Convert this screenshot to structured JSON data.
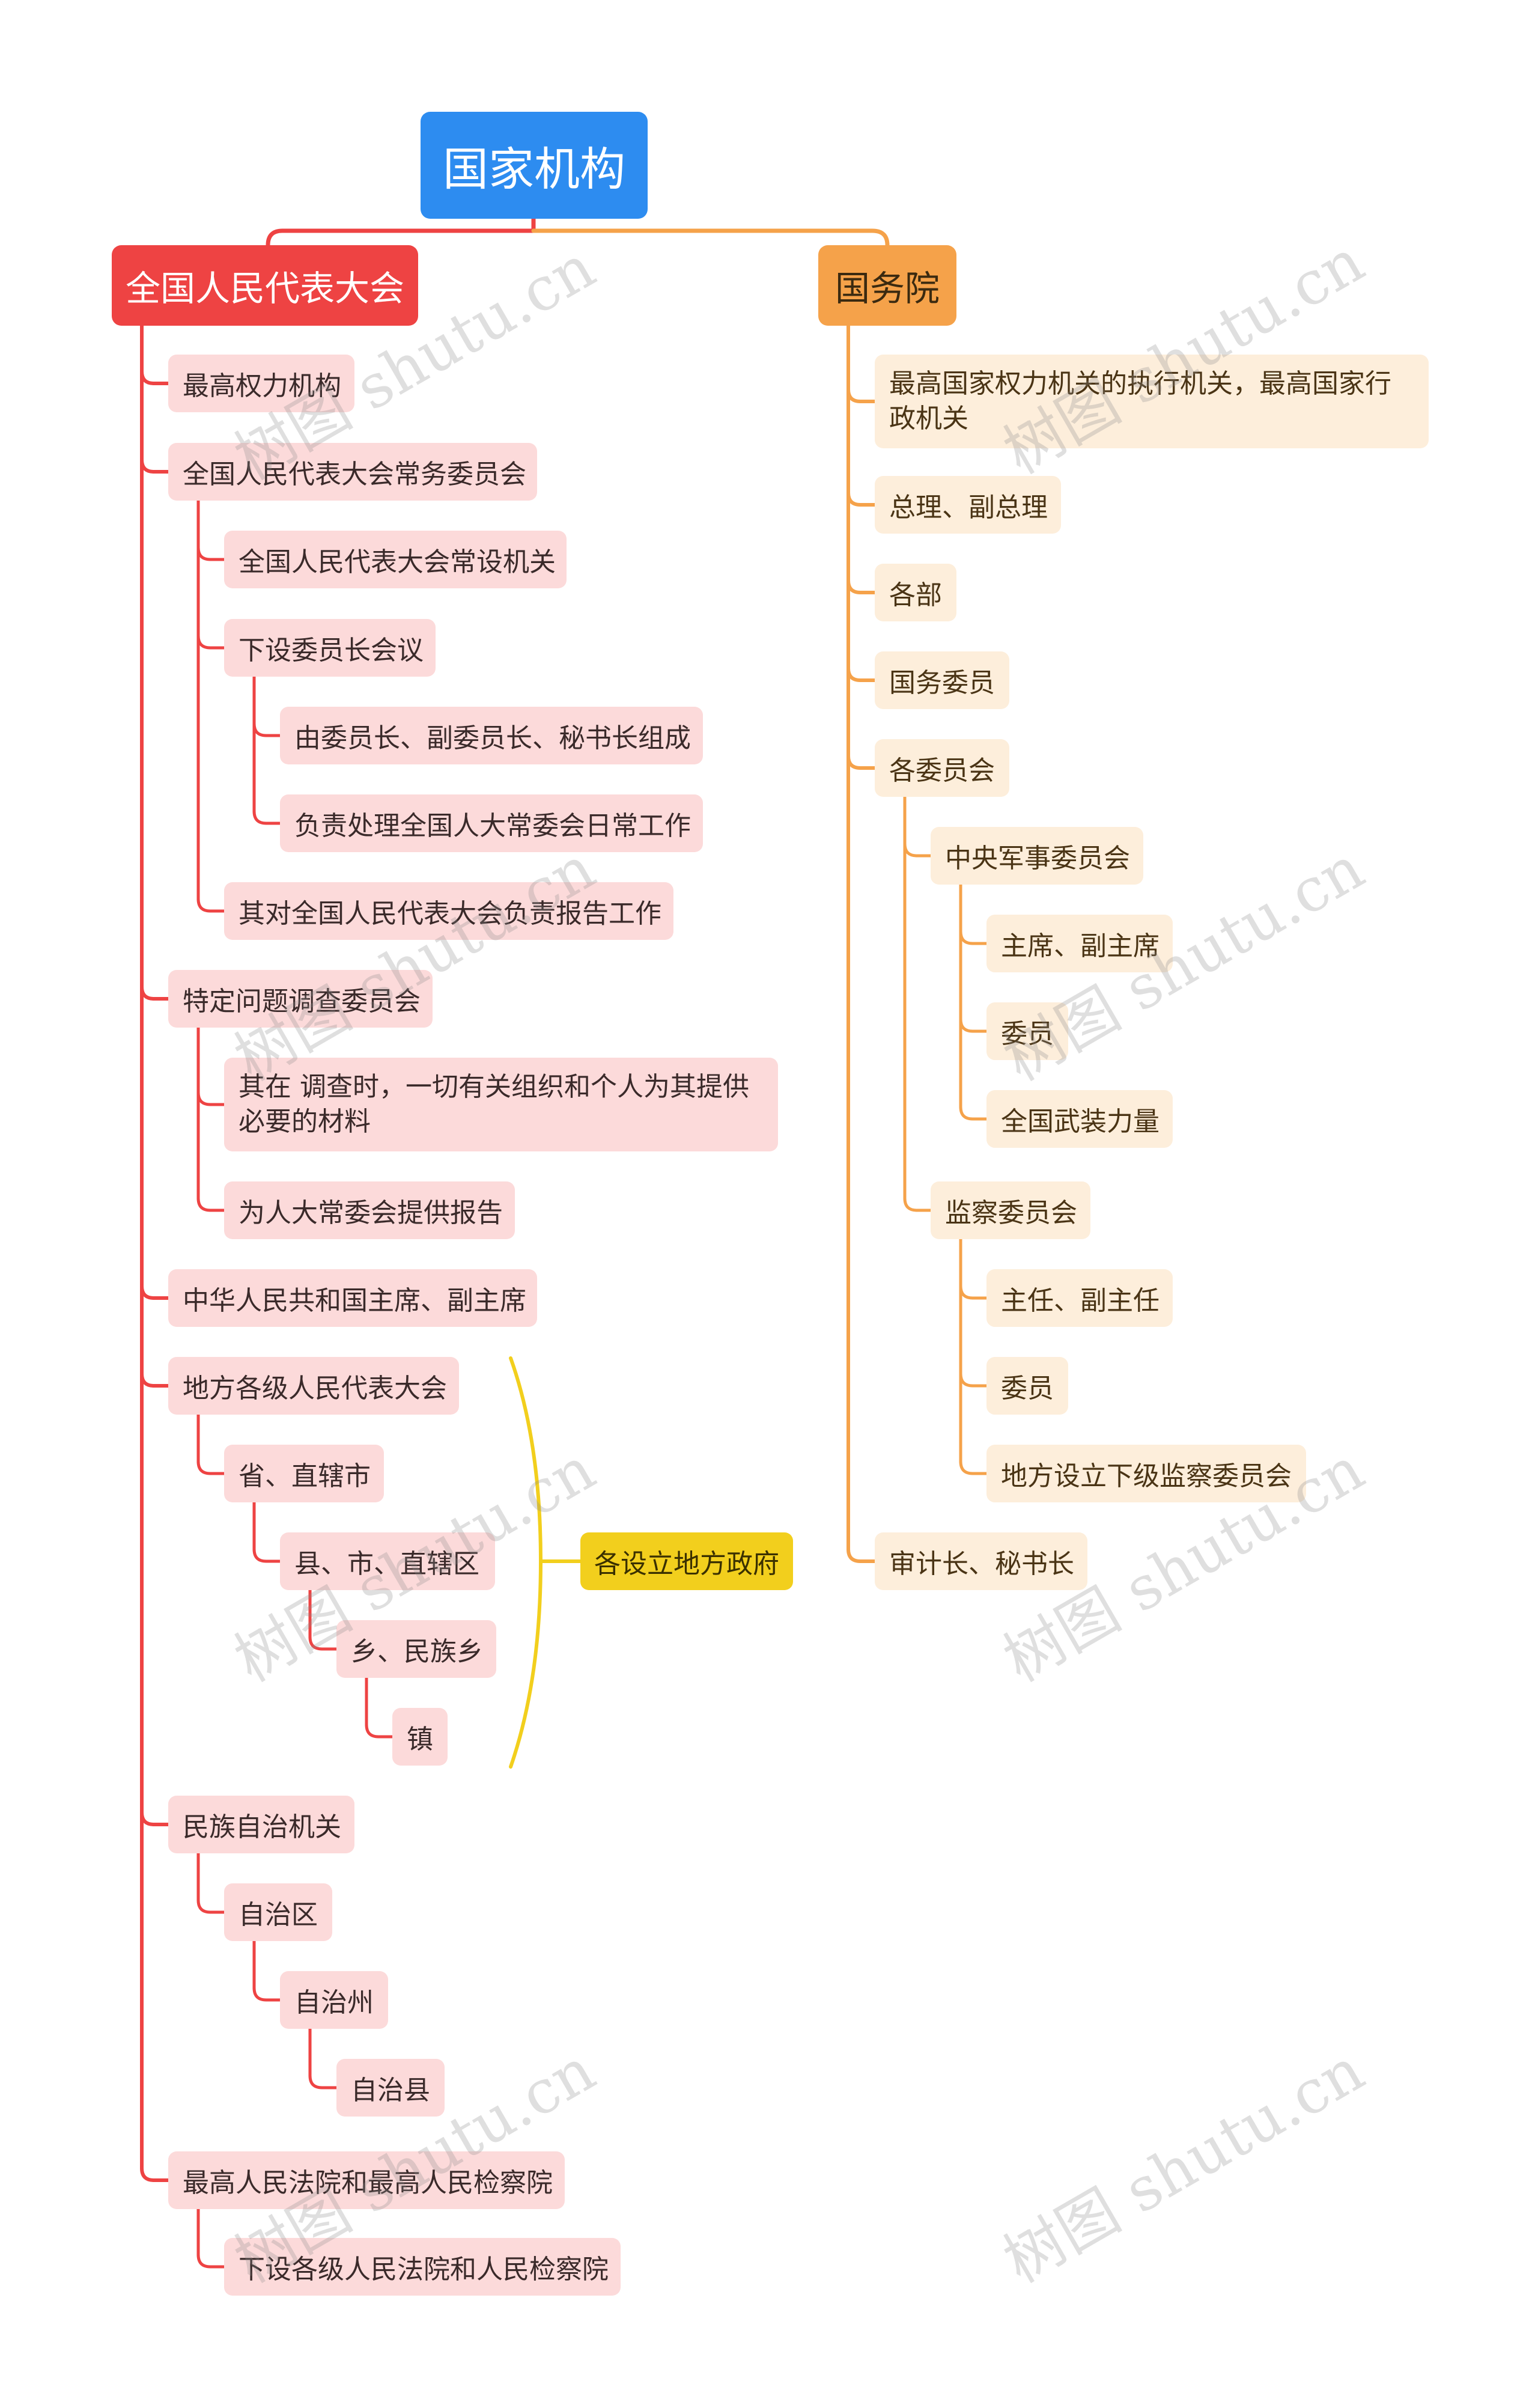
{
  "root": {
    "label": "国家机构"
  },
  "branches": {
    "npc": {
      "label": "全国人民代表大会",
      "items": {
        "supreme_power": "最高权力机构",
        "standing_committee": "全国人民代表大会常务委员会",
        "permanent_organ": "全国人民代表大会常设机关",
        "chairmen_meeting": "下设委员长会议",
        "composed_of": "由委员长、副委员长、秘书长组成",
        "daily_work": "负责处理全国人大常委会日常工作",
        "report_to_npc": "其对全国人民代表大会负责报告工作",
        "special_inquiry": "特定问题调查委员会",
        "provide_materials": "其在 调查时，一切有关组织和个人为其提供必要的材料",
        "report_to_standing": "为人大常委会提供报告",
        "president": "中华人民共和国主席、副主席",
        "local_congress": "地方各级人民代表大会",
        "province": "省、直辖市",
        "county": "县、市、直辖区",
        "township": "乡、民族乡",
        "town": "镇",
        "autonomous_organs": "民族自治机关",
        "autonomous_region": "自治区",
        "autonomous_prefecture": "自治州",
        "autonomous_county": "自治县",
        "courts": "最高人民法院和最高人民检察院",
        "lower_courts": "下设各级人民法院和人民检察院"
      },
      "summary": "各设立地方政府"
    },
    "state_council": {
      "label": "国务院",
      "items": {
        "executive": "最高国家权力机关的执行机关，最高国家行政机关",
        "premier": "总理、副总理",
        "ministries": "各部",
        "councilors": "国务委员",
        "commissions": "各委员会",
        "cmc": "中央军事委员会",
        "cmc_chair": "主席、副主席",
        "cmc_members": "委员",
        "armed_forces": "全国武装力量",
        "supervision": "监察委员会",
        "sup_director": "主任、副主任",
        "sup_members": "委员",
        "local_supervision": "地方设立下级监察委员会",
        "auditor": "审计长、秘书长"
      }
    }
  },
  "watermark": "树图 shutu.cn",
  "colors": {
    "root": "#2d8cf0",
    "red": "#ee4343",
    "orange": "#f5a24a",
    "leaf_red": "#fcdada",
    "leaf_orange": "#fdeedb",
    "summary": "#f2cf1d"
  }
}
